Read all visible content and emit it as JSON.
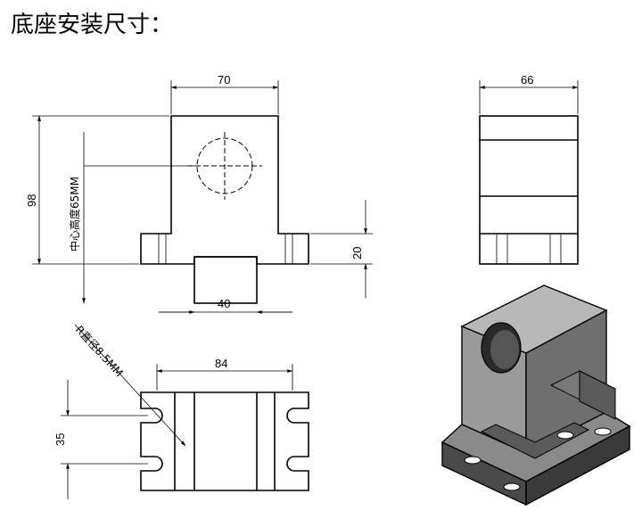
{
  "title": "底座安装尺寸：",
  "front_view": {
    "width": "70",
    "height": "98",
    "center_height": "中心高度65MM",
    "foot_height": "20",
    "bottom_width": "40"
  },
  "side_view": {
    "width": "66"
  },
  "top_view": {
    "slot_note": "R直径8.5MM",
    "hole_spacing": "84",
    "slot_spacing": "35"
  },
  "colors": {
    "line": "#000000",
    "iso_light": "#9a9a9a",
    "iso_mid": "#6f6f6f",
    "iso_dark": "#3a3a3a"
  }
}
